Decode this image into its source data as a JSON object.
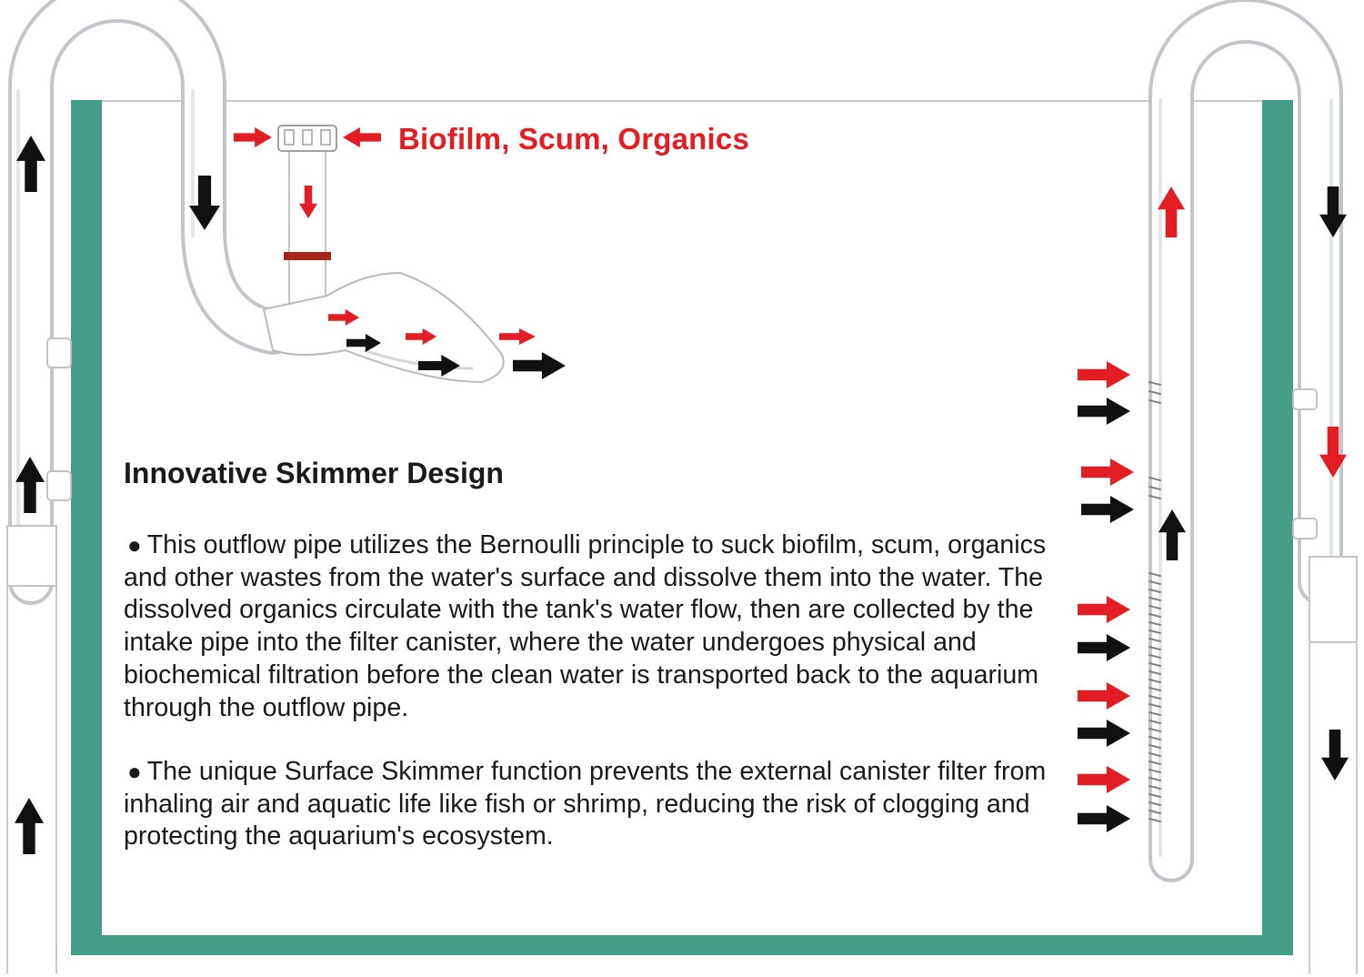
{
  "top_label": "Biofilm, Scum, Organics",
  "heading": "Innovative Skimmer Design",
  "bullet_glyph": "●",
  "paragraphs": [
    "This outflow pipe utilizes the Bernoulli principle to suck biofilm, scum, organics and other wastes from the water's surface and dissolve them into the water. The dissolved organics circulate with the tank's water flow, then are collected by the intake pipe into the filter canister, where the water undergoes physical and biochemical filtration before the clean water is transported back to the aquarium through the outflow pipe.",
    "The unique Surface Skimmer function prevents the external canister filter from inhaling air and aquatic life like fish or shrimp, reducing the risk of clogging and protecting the aquarium's ecosystem."
  ],
  "colors": {
    "tank_wall": "#459c87",
    "arrow_red": "#e21d24",
    "arrow_black": "#111111",
    "text": "#1a1a1a",
    "glass": "#b9bec2"
  }
}
